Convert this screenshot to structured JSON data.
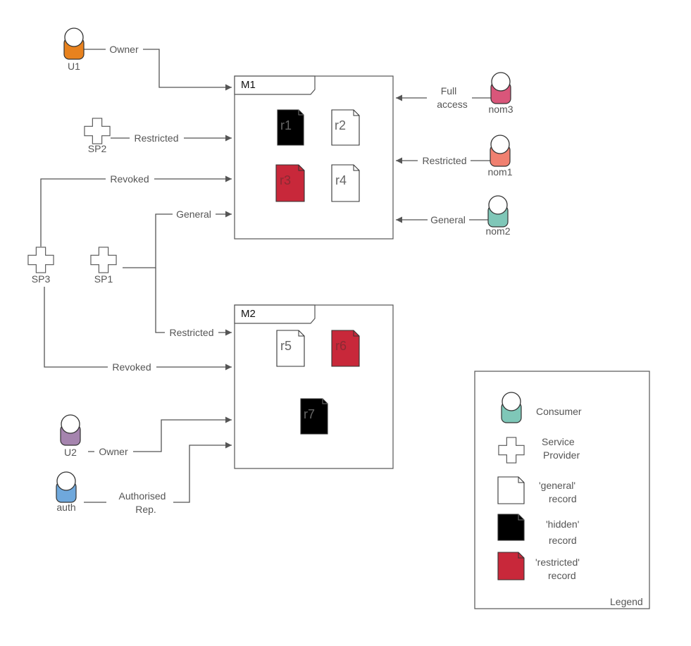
{
  "actors": {
    "U1": "U1",
    "U2": "U2",
    "auth": "auth",
    "SP1": "SP1",
    "SP2": "SP2",
    "SP3": "SP3",
    "nom1": "nom1",
    "nom2": "nom2",
    "nom3": "nom3"
  },
  "containers": {
    "m1": "M1",
    "m2": "M2"
  },
  "records": {
    "r1": "r1",
    "r2": "r2",
    "r3": "r3",
    "r4": "r4",
    "r5": "r5",
    "r6": "r6",
    "r7": "r7"
  },
  "edges": {
    "u1_owner": "Owner",
    "sp2_restricted": "Restricted",
    "sp3_revoked_m1": "Revoked",
    "sp1_general": "General",
    "sp1_restricted": "Restricted",
    "sp3_revoked_m2": "Revoked",
    "u2_owner": "Owner",
    "auth_rep_line1": "Authorised",
    "auth_rep_line2": "Rep.",
    "nom3_line1": "Full",
    "nom3_line2": "access",
    "nom1_restricted": "Restricted",
    "nom2_general": "General"
  },
  "legend": {
    "consumer": "Consumer",
    "service_provider_line1": "Service",
    "service_provider_line2": "Provider",
    "general_line1": "'general'",
    "general_line2": "record",
    "hidden_line1": "'hidden'",
    "hidden_line2": "record",
    "restricted_line1": "'restricted'",
    "restricted_line2": "record",
    "title": "Legend"
  },
  "colors": {
    "U1": "#E8821E",
    "U2": "#A584AE",
    "auth": "#6FA8DC",
    "nom1": "#F08070",
    "nom2": "#7FC7B8",
    "nom3": "#D9567A",
    "record_general": "#ffffff",
    "record_hidden": "#000000",
    "record_restricted": "#C8283A",
    "line": "#555555"
  }
}
